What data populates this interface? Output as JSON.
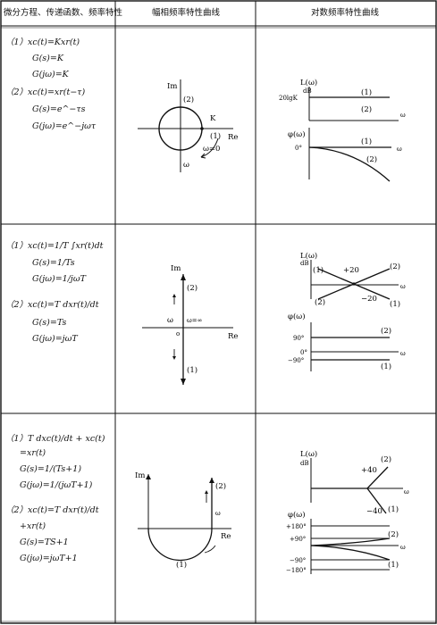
{
  "headers": {
    "col1": "微分方程、传递函数、频率特性",
    "col2": "幅相频率特性曲线",
    "col3": "对数频率特性曲线"
  },
  "row1": {
    "eqs": [
      "（1）xc(t)=Kxr(t)",
      "G(s)=K",
      "G(jω)=K",
      "（2）xc(t)=xr(t−τ)",
      "G(s)=e^−τs",
      "G(jω)=e^−jωτ"
    ],
    "polar": {
      "im": "Im",
      "re": "Re",
      "k": "K",
      "p1": "(1)",
      "p2": "(2)",
      "omega0": "ω=0",
      "omega": "ω"
    },
    "bode": {
      "L": "L(ω)",
      "dB": "dB",
      "level": "20lgK",
      "p1": "(1)",
      "p2": "(2)",
      "phi": "φ(ω)",
      "zero": "0°",
      "omega": "ω"
    }
  },
  "row2": {
    "eqs": [
      "（1）xc(t)=1/T ∫xr(t)dt",
      "G(s)=1/Ts",
      "G(jω)=1/jωT",
      "（2）xc(t)=T dxr(t)/dt",
      "G(s)=Ts",
      "G(jω)=jωT"
    ],
    "polar": {
      "im": "Im",
      "re": "Re",
      "p1": "(1)",
      "p2": "(2)",
      "origin": "o",
      "omega": "ω",
      "omegaInf": "ω=∞"
    },
    "bode": {
      "L": "L(ω)",
      "dB": "dB",
      "p1": "(1)",
      "p2": "(2)",
      "plus20": "+20",
      "minus20": "−20",
      "phi": "φ(ω)",
      "p90": "90°",
      "zero": "0°",
      "m90": "−90°",
      "omega": "ω"
    }
  },
  "row3": {
    "eqs": [
      "（1）T dxc(t)/dt + xc(t)",
      "=xr(t)",
      "G(s)=1/(Ts+1)",
      "G(jω)=1/(jωT+1)",
      "（2）xc(t)=T dxr(t)/dt",
      "+xr(t)",
      "G(s)=TS+1",
      "G(jω)=jωT+1"
    ],
    "polar": {
      "im": "Im",
      "re": "Re",
      "p1": "(1)",
      "p2": "(2)",
      "omega": "ω"
    },
    "bode": {
      "L": "L(ω)",
      "dB": "dB",
      "p2": "(2)",
      "p1": "(1)",
      "plus40": "+40",
      "minus40": "−40",
      "phi": "φ(ω)",
      "p180": "+180°",
      "p90": "+90°",
      "m90": "−90°",
      "m180": "−180°",
      "omega": "ω"
    }
  }
}
